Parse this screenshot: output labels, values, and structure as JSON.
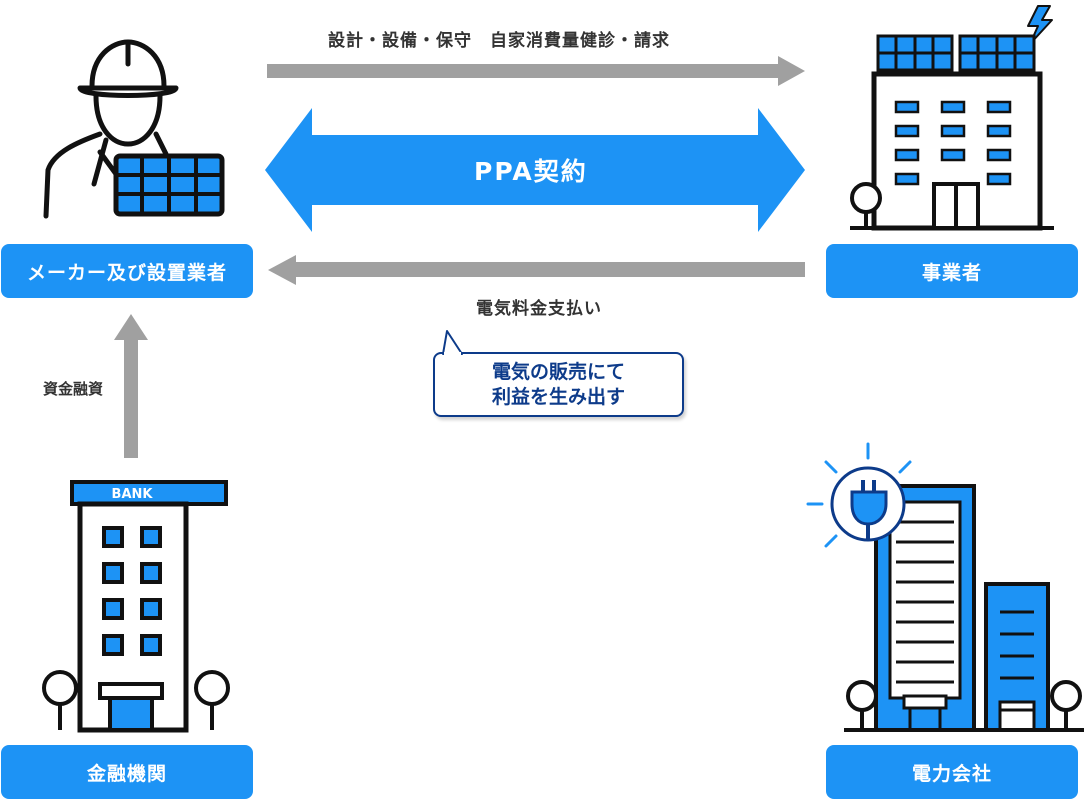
{
  "arrows": {
    "top_label": "設計・設備・保守　自家消費量健診・請求",
    "contract_label": "PPA契約",
    "payment_label": "電気料金支払い",
    "finance_label": "資金融資"
  },
  "bubble": {
    "line1": "電気の販売にて",
    "line2": "利益を生み出す"
  },
  "entities": {
    "installer": "メーカー及び設置業者",
    "business": "事業者",
    "bank": "金融機関",
    "power": "電力会社"
  },
  "bank_sign": "BANK",
  "colors": {
    "accent": "#1d93f5",
    "navy": "#0d3b8a",
    "arrow_gray": "#a0a0a0"
  }
}
